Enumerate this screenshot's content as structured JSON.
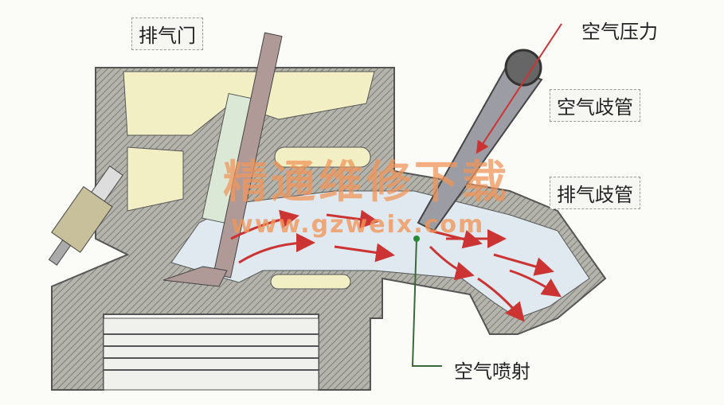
{
  "labels": {
    "exhaust_valve": "排气门",
    "air_pressure": "空气压力",
    "air_manifold": "空气歧管",
    "exhaust_manifold": "排气歧管",
    "air_injection": "空气喷射"
  },
  "watermark": {
    "title": "精通维修下载",
    "url": "www.gzweix.com"
  },
  "colors": {
    "housing": "#a8a8a0",
    "chamber": "#f3efc4",
    "flow": "#cc3333",
    "gas": "#dfe9ef"
  }
}
